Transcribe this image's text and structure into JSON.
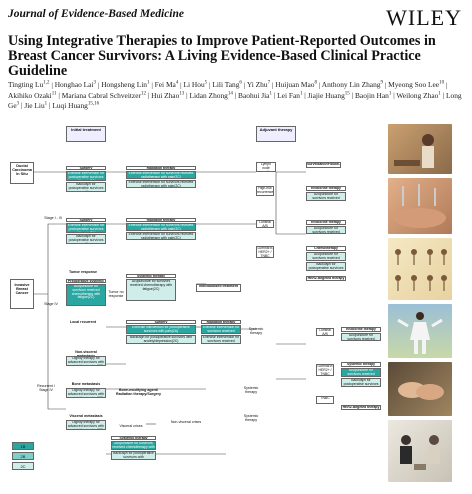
{
  "header": {
    "journal": "Journal of Evidence-Based Medicine",
    "publisher": "WILEY"
  },
  "title": "Using Integrative Therapies to Improve Patient-Reported Outcomes in Breast Cancer Survivors: A Living Evidence-Based Clinical Practice Guideline",
  "authors": [
    {
      "name": "Tingting Lu",
      "sup": "1,2"
    },
    {
      "name": "Honghao Lai",
      "sup": "3"
    },
    {
      "name": "Hongsheng Lin",
      "sup": "1"
    },
    {
      "name": "Fei Ma",
      "sup": "4"
    },
    {
      "name": "Li Hou",
      "sup": "5"
    },
    {
      "name": "Lili Tang",
      "sup": "6"
    },
    {
      "name": "Yi Zhu",
      "sup": "7"
    },
    {
      "name": "Huijuan Mao",
      "sup": "8"
    },
    {
      "name": "Anthony Lin Zhang",
      "sup": "9"
    },
    {
      "name": "Myeong Soo Lee",
      "sup": "10"
    },
    {
      "name": "Akihiko Ozaki",
      "sup": "11"
    },
    {
      "name": "Mariana Cabral Schveitzer",
      "sup": "12"
    },
    {
      "name": "Hui Zhao",
      "sup": "13"
    },
    {
      "name": "Lidan Zhong",
      "sup": "14"
    },
    {
      "name": "Baohui Jia",
      "sup": "1"
    },
    {
      "name": "Lei Fan",
      "sup": "1"
    },
    {
      "name": "Jiajie Huang",
      "sup": "15"
    },
    {
      "name": "Baojin Han",
      "sup": "1"
    },
    {
      "name": "Weilong Zhao",
      "sup": "1"
    },
    {
      "name": "Long Ge",
      "sup": "3"
    },
    {
      "name": "Jie Liu",
      "sup": "1"
    },
    {
      "name": "Luqi Huang",
      "sup": "15,16"
    }
  ],
  "figure": {
    "col_initial": "Initial treatment",
    "col_adjuvant": "Adjuvant therapy",
    "stage_dcis": "Ductal Carcinoma In Situ",
    "stage_ibc": "Invasive Breast Cancer",
    "surgery": "Surgery",
    "radiation": "Radiation therapy",
    "systemic": "Systemic therapy",
    "endocrine": "Endocrine therapy",
    "chemo": "Chemotherapy",
    "her2": "HER2-targeted therapy",
    "surv": "Surveillance/Follow-up",
    "individualized": "Individualized treatment",
    "tumor_resp": "Tumor response",
    "preop": "Preoperative systemic therapy",
    "local_rec": "Local recurrent",
    "nonvisc": "Non-visceral metastasis",
    "bone": "Bone metastasis",
    "visceral": "Visceral metastasis",
    "bone_mod": "Bone-modifying agent/ Radiation therapy/Surgery",
    "nonvisc_crisis": "Non-visceral crises",
    "visc_crisis": "Visceral crises",
    "no_tumor_resp": "Tumor no response",
    "stage_i": "Stage I - III",
    "stage_iv": "Stage IV",
    "rec": "Recurrent / Stage IV",
    "txt_ex_surg": "Exercise intervention for postoperative survivors with pain(2A)",
    "txt_back": "Backusjin for postoperative survivors with anxiety/depression(2C)",
    "txt_ex_rad": "Exercise intervention for survivors received radiotherapy with pain(2C)",
    "txt_acu_endo": "Acupuncture for survivors received endocrine therapy with pain(2C)",
    "txt_acu_chemo": "Acupuncture for survivors received chemotherapy with fatigue(2C)",
    "txt_dign": "Dignity therapy for advanced survivors with anxiety/depression(2C)",
    "lymph": "Lymph node negative",
    "high_risk": "High-risk recurrence",
    "low_risk": "Low-risk recurrence",
    "luminal_ab": "Luminal A/B",
    "luminal_her2": "Luminal B HER2+ / TNBC",
    "tnbc": "TNBC",
    "legend": [
      "1B",
      "2B",
      "2C"
    ],
    "legend_colors": [
      "#2aa7a1",
      "#7fd0c8",
      "#cfeeea"
    ]
  }
}
